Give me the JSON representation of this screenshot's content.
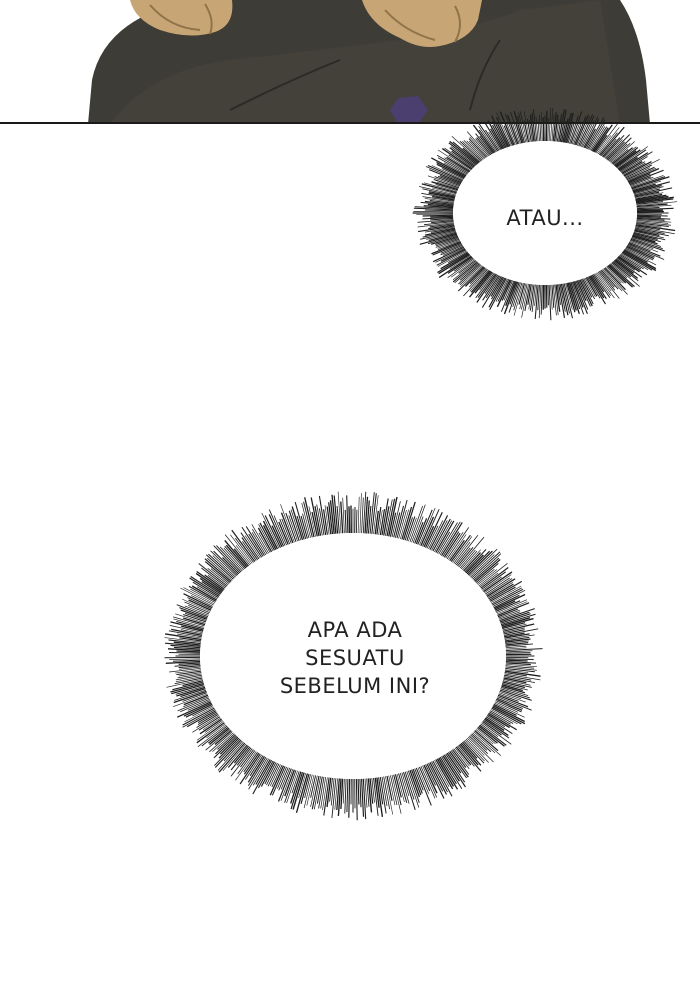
{
  "panels": {
    "top": {
      "icons": {
        "figure": "figure-shoulders-illustration"
      },
      "colors": {
        "jacket": "#3e3c36",
        "jacket_highlight": "#55524a",
        "hair": "#c8a574",
        "hair_shadow": "#8f7349",
        "gem": "#4a3f6e",
        "border": "#1a1a1a"
      }
    }
  },
  "bubbles": [
    {
      "text": "ATAU...",
      "style": "emphasis-burst"
    },
    {
      "text": "APA ADA\nSESUATU\nSEBELUM INI?",
      "style": "emphasis-burst"
    }
  ],
  "colors": {
    "background": "#ffffff",
    "burst_lines": "#1e1e1e",
    "text": "#222222"
  }
}
